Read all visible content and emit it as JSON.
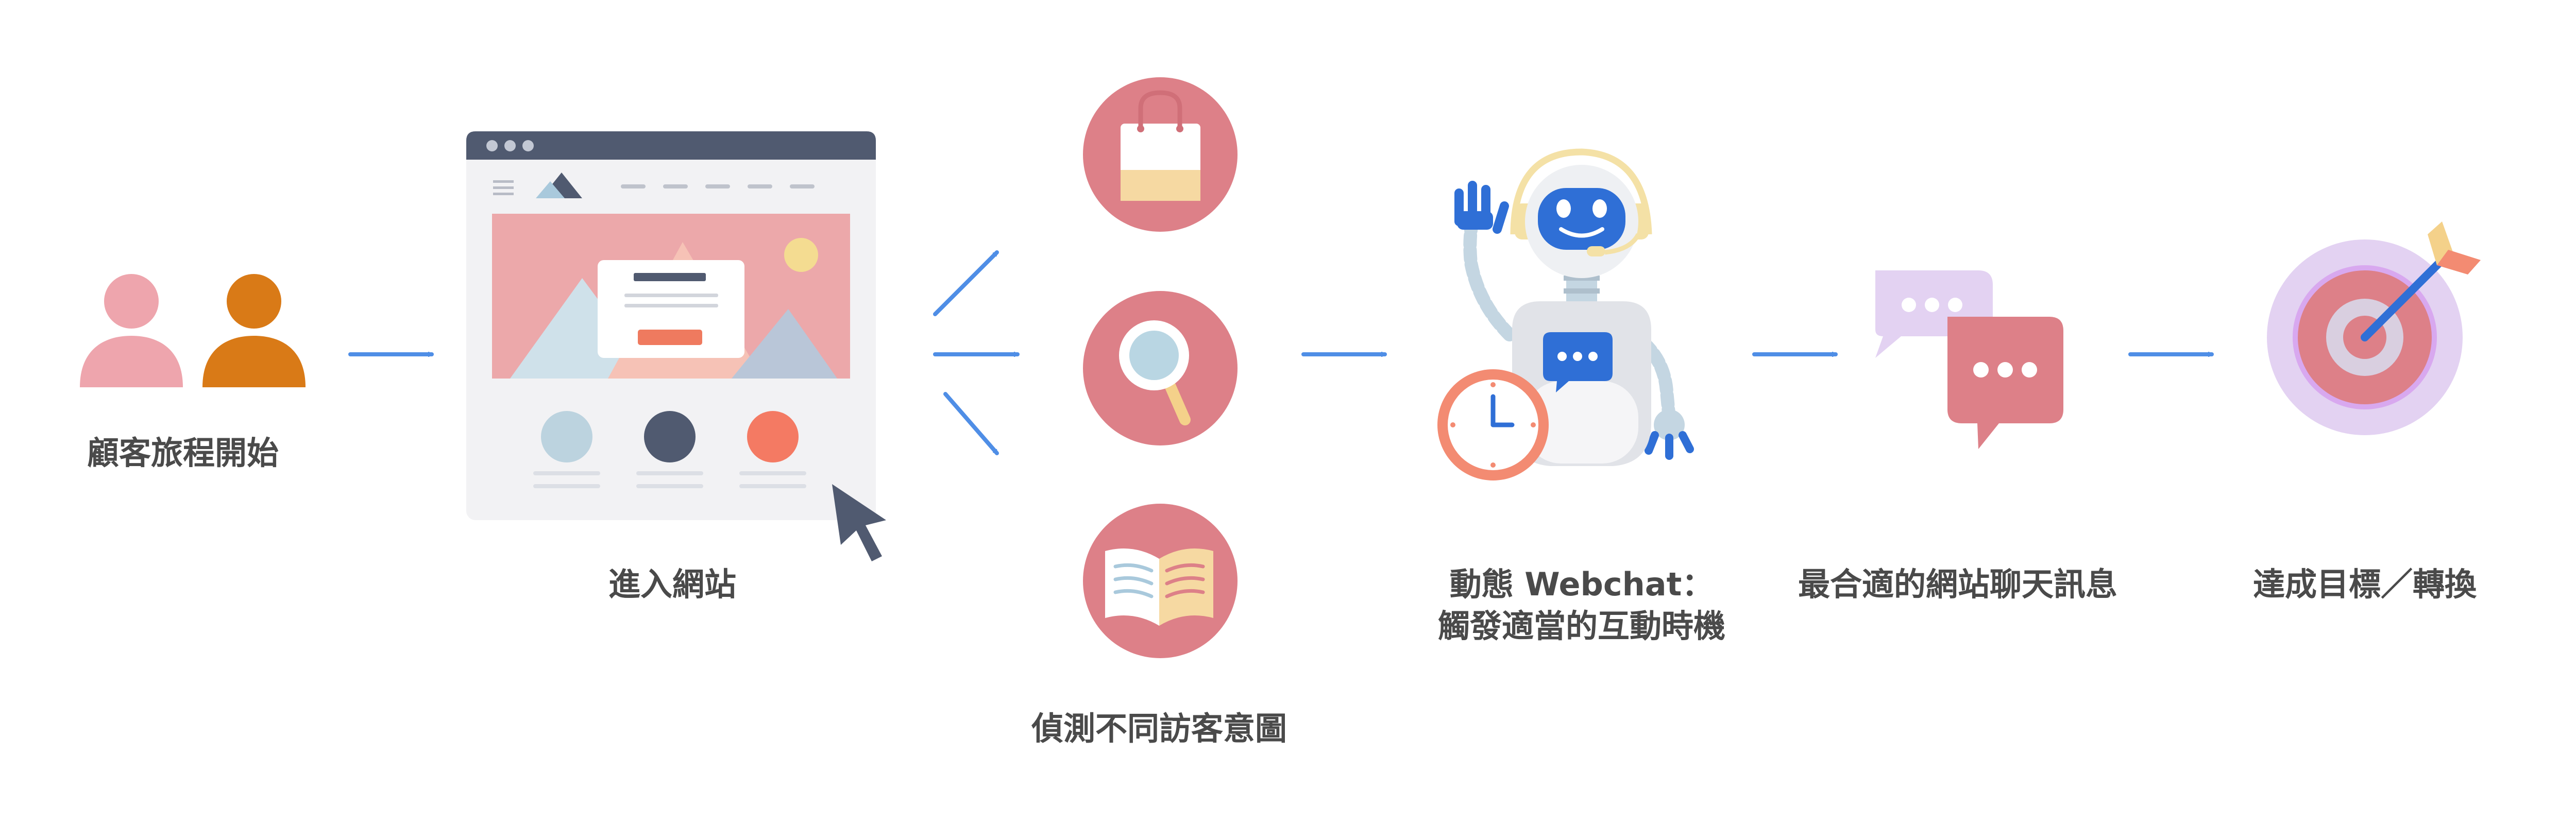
{
  "steps": {
    "start": {
      "label": "顧客旅程開始"
    },
    "website": {
      "label": "進入網站"
    },
    "intent": {
      "label": "偵測不同訪客意圖"
    },
    "webchat": {
      "line1": "動態 Webchat：",
      "line2": "觸發適當的互動時機"
    },
    "message": {
      "label": "最合適的網站聊天訊息"
    },
    "goal": {
      "label": "達成目標／轉換"
    }
  },
  "icons": [
    "user-group-icon",
    "browser-window-icon",
    "cursor-icon",
    "shopping-bag-icon",
    "magnifier-icon",
    "book-icon",
    "robot-icon",
    "clock-icon",
    "chat-bubbles-icon",
    "target-icon",
    "arrow-right-icon"
  ],
  "colors": {
    "arrow": "#4f8ee6",
    "circle_pink": "#dd8088",
    "orange": "#d97a17",
    "person_pink": "#eea5ad",
    "navy": "#505a70",
    "robot_blue": "#2f6fd6",
    "lavender": "#e3d2f2",
    "label": "#4a4a4a"
  }
}
